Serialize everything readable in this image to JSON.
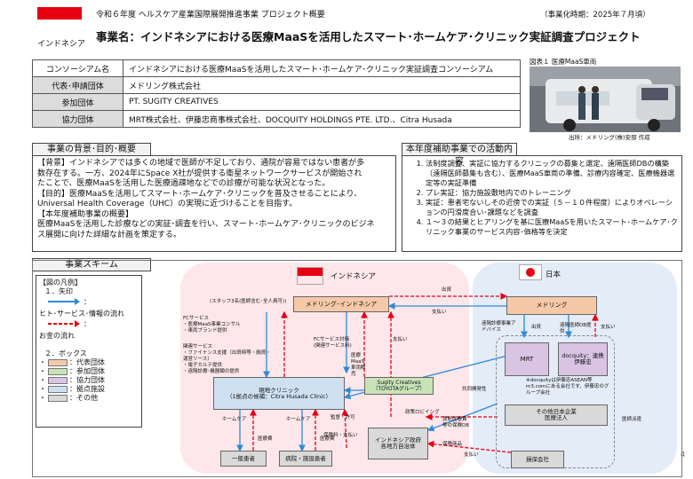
{
  "header": {
    "subtitle": "令和６年度 ヘルスケア産業国際展開推進事業 プロジェクト概要",
    "period": "（事業化時期：2025年７月頃）",
    "country": "インドネシア",
    "title": "事業名：インドネシアにおける医療MaaSを活用したスマート･ホームケア･クリニック実証調査プロジェクト"
  },
  "info_table": [
    {
      "label": "コンソーシアム名",
      "value": "インドネシアにおける医療MaaSを活用したスマート･ホームケア･クリニック実証調査コンソーシアム"
    },
    {
      "label": "代表･申請団体",
      "value": "メドリング株式会社"
    },
    {
      "label": "参加団体",
      "value": "PT. SUGITY CREATIVES"
    },
    {
      "label": "協力団体",
      "value": "MRT株式会社、伊藤忠商事株式会社、DOCQUITY HOLDINGS PTE. LTD.、Citra Husada"
    }
  ],
  "photo": {
    "caption": "図表１ 医療MaaS車両",
    "source": "出所：メドリング(株)安部 作成"
  },
  "background": {
    "heading": "事業の背景･目的･概要",
    "lines": [
      "【背景】インドネシアでは多くの地域で医師が不足しており、通院が容易ではない患者が多",
      "数存在する。一方、2024年にSpace X社が提供する衛星ネットワークサービスが開始され",
      "たことで、医療MaaSを活用した医療過疎地などでの診療が可能な状況となった。",
      "【目的】医療MaaSを活用してスマート･ホームケア･クリニックを普及させることにより、",
      "Universal Health Coverage（UHC）の実現に近づけることを目指す。",
      "【本年度補助事業の概要】",
      "医療MaaSを活用した診療などの実証･調査を行い、スマート･ホームケア･クリニックのビジネ",
      "ス展開に向けた詳細な計画を策定する。"
    ]
  },
  "activities": {
    "heading": "本年度補助事業での活動内容",
    "items": [
      "法制度調査、実証に協力するクリニックの募集と選定、遠隔医師DBの構築（遠隔医師募集も含む）、医療MaaS車両の準備、診療内容確定、医療機器選定等の実証準備",
      "プレ実証：協力施設敷地内でのトレーニング",
      "実証：患者宅ないしその近傍での実証（５－１０件程度）によりオペレーションの円滑度合い･課題などを調査",
      "１～３の結果とヒアリングを基に医療MaaSを用いたスマート･ホームケア･クリニック事業のサービス内容･価格等を決定"
    ]
  },
  "scheme": {
    "heading": "事業スキーム",
    "legend": {
      "title": "【図の凡例】",
      "arrows_title": "１．矢印",
      "arrow_blue": "ヒト･サービス･情報の流れ",
      "arrow_red": "お金の流れ",
      "boxes_title": "２．ボックス",
      "boxes": [
        "：代表団体",
        "：参加団体",
        "：協力団体",
        "：拠点施設",
        "：その他"
      ]
    },
    "indonesia_label": "インドネシア",
    "japan_label": "日本",
    "nodes": {
      "medring_id": "メドリング･インドネシア",
      "medring_id_note": "(スタッフ3名(医師含む･全人員可))",
      "clinic": "現地クリニック\n（1拠点の候補：Citra Husada Clinic）",
      "sugity": "Sugity Creatives\n（TOYOTAグループ）",
      "patients": "一般患者",
      "hospital": "病院・施設患者",
      "gov": "インドネシア政府\n各地方自治体",
      "medring_jp": "メドリング",
      "mrt": "MRT",
      "docquity": "docquity：連携\n伊藤忠",
      "itochu_note": "※docquityは伊藤忠ASEAN等m3.comにある会社です、伊藤忠のグループ会社",
      "jp_doctors": "その他日本企業\n医療法人",
      "insurance": "損保会社"
    },
    "flow_labels": {
      "fc_service": "FCサービス\n・医療MaaS事業コンサル\n・車両ブランド提供",
      "support": "関連サービス\n・ファイナンス支援（出資時等・融資・運営リース）\n・電子カルテ提供\n・遠隔診療･機器類の提供",
      "fc_fee": "FCサービス対価\n(関連サービス料)",
      "maas": "医療\nMaaS\n車両販売",
      "home_care": "ホームケア",
      "fee": "医療費",
      "reg": "監督・許可",
      "subsidy": "保険料・支払い",
      "payment": "支払い",
      "dividend": "出資",
      "lobby": "政策ロビイング",
      "exp_cover": "渡航医療費等の保険DB",
      "intro": "医師派遣",
      "advice": "遠隔診療事業アドバイス",
      "db": "遠隔医師DB提供",
      "provide": "出資",
      "joint": "共同開発性",
      "other": "保険商品"
    }
  },
  "page_number": "4",
  "colors": {
    "red": "#e60012",
    "blue": "#2e8bd8",
    "rep_org": "#f5c9a8",
    "member": "#c9e3b8",
    "coop": "#d9c4e4",
    "site": "#cfe0f0",
    "other": "#d9d9d9",
    "indonesia_bg": "#fde7ea",
    "japan_bg": "#e3ecf7"
  }
}
